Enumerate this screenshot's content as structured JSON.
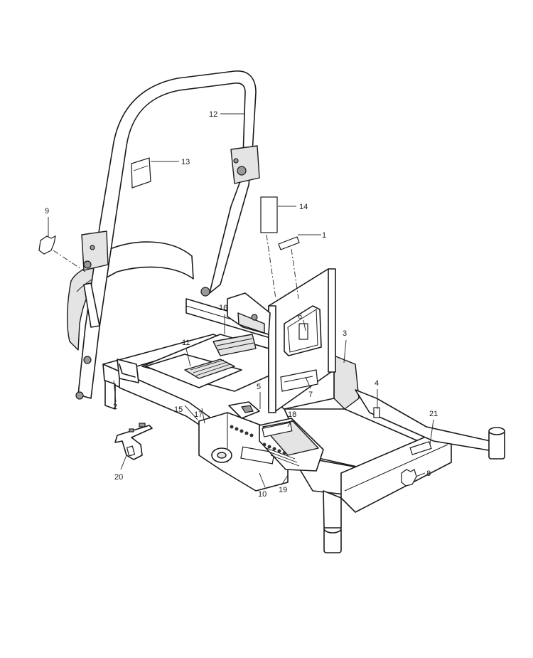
{
  "callouts": [
    {
      "id": "c1",
      "label": "1"
    },
    {
      "id": "c2",
      "label": "2"
    },
    {
      "id": "c3",
      "label": "3"
    },
    {
      "id": "c4",
      "label": "4"
    },
    {
      "id": "c5",
      "label": "5"
    },
    {
      "id": "c6",
      "label": "6"
    },
    {
      "id": "c7",
      "label": "7"
    },
    {
      "id": "c8",
      "label": "8"
    },
    {
      "id": "c9",
      "label": "9"
    },
    {
      "id": "c10",
      "label": "10"
    },
    {
      "id": "c11",
      "label": "11"
    },
    {
      "id": "c12",
      "label": "12"
    },
    {
      "id": "c13",
      "label": "13"
    },
    {
      "id": "c14",
      "label": "14"
    },
    {
      "id": "c15",
      "label": "15"
    },
    {
      "id": "c16",
      "label": "16"
    },
    {
      "id": "c17",
      "label": "17"
    },
    {
      "id": "c18",
      "label": "18"
    },
    {
      "id": "c19",
      "label": "19"
    },
    {
      "id": "c20",
      "label": "20"
    },
    {
      "id": "c21",
      "label": "21"
    }
  ],
  "colors": {
    "line": "#1a1a1a",
    "fill": "#ffffff",
    "shade": "#e4e4e4"
  }
}
